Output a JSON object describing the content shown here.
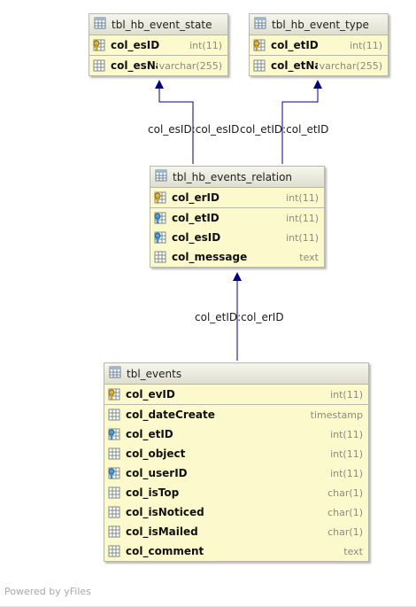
{
  "tables": {
    "event_state": {
      "title": "tbl_hb_event_state",
      "pk": {
        "name": "col_esID",
        "type": "int(11)"
      },
      "columns": [
        {
          "name": "col_esName",
          "type": "varchar(255)",
          "icon": "column"
        }
      ]
    },
    "event_type": {
      "title": "tbl_hb_event_type",
      "pk": {
        "name": "col_etID",
        "type": "int(11)"
      },
      "columns": [
        {
          "name": "col_etName",
          "type": "varchar(255)",
          "icon": "column"
        }
      ]
    },
    "events_relation": {
      "title": "tbl_hb_events_relation",
      "pk": {
        "name": "col_erID",
        "type": "int(11)"
      },
      "columns": [
        {
          "name": "col_etID",
          "type": "int(11)",
          "icon": "foreign-key"
        },
        {
          "name": "col_esID",
          "type": "int(11)",
          "icon": "foreign-key"
        },
        {
          "name": "col_message",
          "type": "text",
          "icon": "column"
        }
      ]
    },
    "events": {
      "title": "tbl_events",
      "pk": {
        "name": "col_evID",
        "type": "int(11)"
      },
      "columns": [
        {
          "name": "col_dateCreate",
          "type": "timestamp",
          "icon": "column"
        },
        {
          "name": "col_etID",
          "type": "int(11)",
          "icon": "foreign-key"
        },
        {
          "name": "col_object",
          "type": "int(11)",
          "icon": "column"
        },
        {
          "name": "col_userID",
          "type": "int(11)",
          "icon": "foreign-key"
        },
        {
          "name": "col_isTop",
          "type": "char(1)",
          "icon": "column"
        },
        {
          "name": "col_isNoticed",
          "type": "char(1)",
          "icon": "column"
        },
        {
          "name": "col_isMailed",
          "type": "char(1)",
          "icon": "column"
        },
        {
          "name": "col_comment",
          "type": "text",
          "icon": "column"
        }
      ]
    }
  },
  "edges": {
    "es": {
      "label": "col_esID:col_esID"
    },
    "et": {
      "label": "col_etID:col_etID"
    },
    "er": {
      "label": "col_etID:col_erID"
    }
  },
  "footer": {
    "powered_by": "Powered by yFiles"
  },
  "colors": {
    "edge": "#000080",
    "table_bg": "#fcfacc",
    "border": "#b9b9a9"
  }
}
